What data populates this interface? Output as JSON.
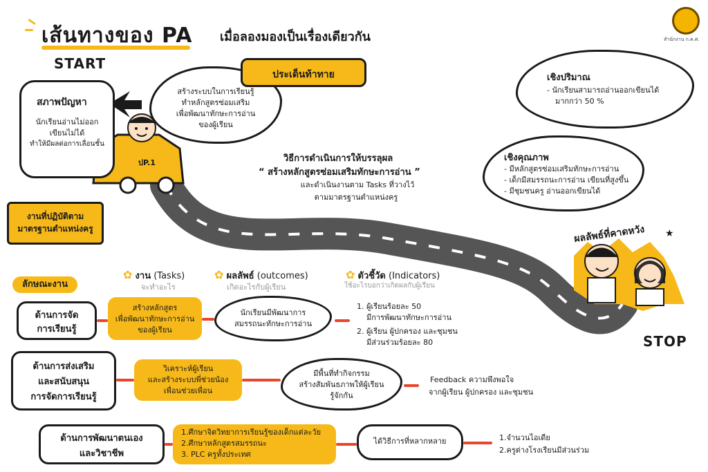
{
  "header": {
    "title": "เส้นทางของ PA",
    "subtitle": "เมื่อลองมองเป็นเรื่องเดียวกัน",
    "logo_caption": "สำนักงาน ก.ค.ศ."
  },
  "markers": {
    "start": "START",
    "stop": "STOP"
  },
  "problem": {
    "title": "สภาพปัญหา",
    "text_1": "นักเรียนอ่านไม่ออก",
    "text_2": "เขียนไม่ได้",
    "text_3": "ทำให้มีผลต่อการเลื่อนชั้น"
  },
  "car_label": "ปP.1",
  "plan": {
    "line_1": "สร้างระบบในการเรียนรู้",
    "line_2": "ทำหลักสูตรซ่อมเสริม",
    "line_3": "เพื่อพัฒนาทักษะการอ่าน",
    "line_4": "ของผู้เรียน"
  },
  "challenge": {
    "label": "ประเด็นท้าทาย"
  },
  "method": {
    "line_1": "วิธีการดำเนินการให้บรรลุผล",
    "line_2": "“ สร้างหลักสูตรซ่อมเสริมทักษะการอ่าน ”",
    "line_3": "และดำเนินงานตาม Tasks ที่วางไว้",
    "line_4": "ตามมาตรฐานตำแหน่งครู"
  },
  "quantitative": {
    "title": "เชิงปริมาณ",
    "line_1": "-  นักเรียนสามารถอ่านออกเขียนได้",
    "line_2": "มากกว่า 50 %"
  },
  "qualitative": {
    "title": "เชิงคุณภาพ",
    "items": [
      "-  มีหลักสูตรซ่อมเสริมทักษะการอ่าน",
      "-  เด็กมีสมรรถนะการอ่าน เขียนที่สูงขึ้น",
      "-  มีชุมชนครู อ่านออกเขียนได้"
    ]
  },
  "expected": {
    "label": "ผลลัพธ์ที่คาดหวัง"
  },
  "work": {
    "line_1": "งานที่ปฏิบัติตาม",
    "line_2": "มาตรฐานตำแหน่งครู"
  },
  "nature": {
    "label": "ลักษณะงาน"
  },
  "columns": {
    "tasks": {
      "bold": "งาน",
      "rest": " (Tasks)",
      "hint": "จะทำอะไร"
    },
    "outcomes": {
      "bold": "ผลลัพธ์",
      "rest": " (outcomes)",
      "hint": "เกิดอะไรกับผู้เรียน"
    },
    "indicators": {
      "bold": "ตัวชี้วัด",
      "rest": " (Indicators)",
      "hint": "ใช้อะไรบอกว่าเกิดผลกับผู้เรียน"
    }
  },
  "rows": [
    {
      "aspect_1": "ด้านการจัด",
      "aspect_2": "การเรียนรู้",
      "task": [
        "สร้างหลักสูตร",
        "เพื่อพัฒนาทักษะการอ่าน",
        "ของผู้เรียน"
      ],
      "outcome": [
        "นักเรียนมีพัฒนาการ",
        "สมรรถนะทักษะการอ่าน"
      ],
      "indicator": [
        "1. ผู้เรียนร้อยละ 50",
        "    มีการพัฒนาทักษะการอ่าน",
        "2. ผู้เรียน ผู้ปกครอง และชุมชน",
        "    มีส่วนร่วมร้อยละ 80"
      ]
    },
    {
      "aspect_1": "ด้านการส่งเสริม",
      "aspect_2": "และสนับสนุน",
      "aspect_3": "การจัดการเรียนรู้",
      "task": [
        "วิเคราะห์ผู้เรียน",
        "และสร้างระบบพี่ช่วยน้อง",
        "เพื่อนช่วยเพื่อน"
      ],
      "outcome": [
        "มีพื้นที่ทำกิจกรรม",
        "สร้างสัมพันธภาพให้ผู้เรียน",
        "รู้จักกัน"
      ],
      "indicator": [
        "Feedback ความพึงพอใจ",
        "จากผู้เรียน ผู้ปกครอง และชุมชน"
      ]
    },
    {
      "aspect_1": "ด้านการพัฒนาตนเอง",
      "aspect_2": "และวิชาชีพ",
      "task": [
        "1.ศึกษาจิตวิทยาการเรียนรู้ของเด็กแต่ละวัย",
        "2.ศึกษาหลักสูตรสมรรถนะ",
        "3. PLC ครูทั้งประเทศ"
      ],
      "outcome": [
        "ได้วิธีการที่หลากหลาย"
      ],
      "indicator": [
        "1.จำนวนไอเดีย",
        "2.ครูต่างโรงเรียนมีส่วนร่วม"
      ]
    }
  ],
  "colors": {
    "accent": "#f6b919",
    "connector": "#e8452a",
    "road": "#555555",
    "ink": "#1a1a1a"
  }
}
